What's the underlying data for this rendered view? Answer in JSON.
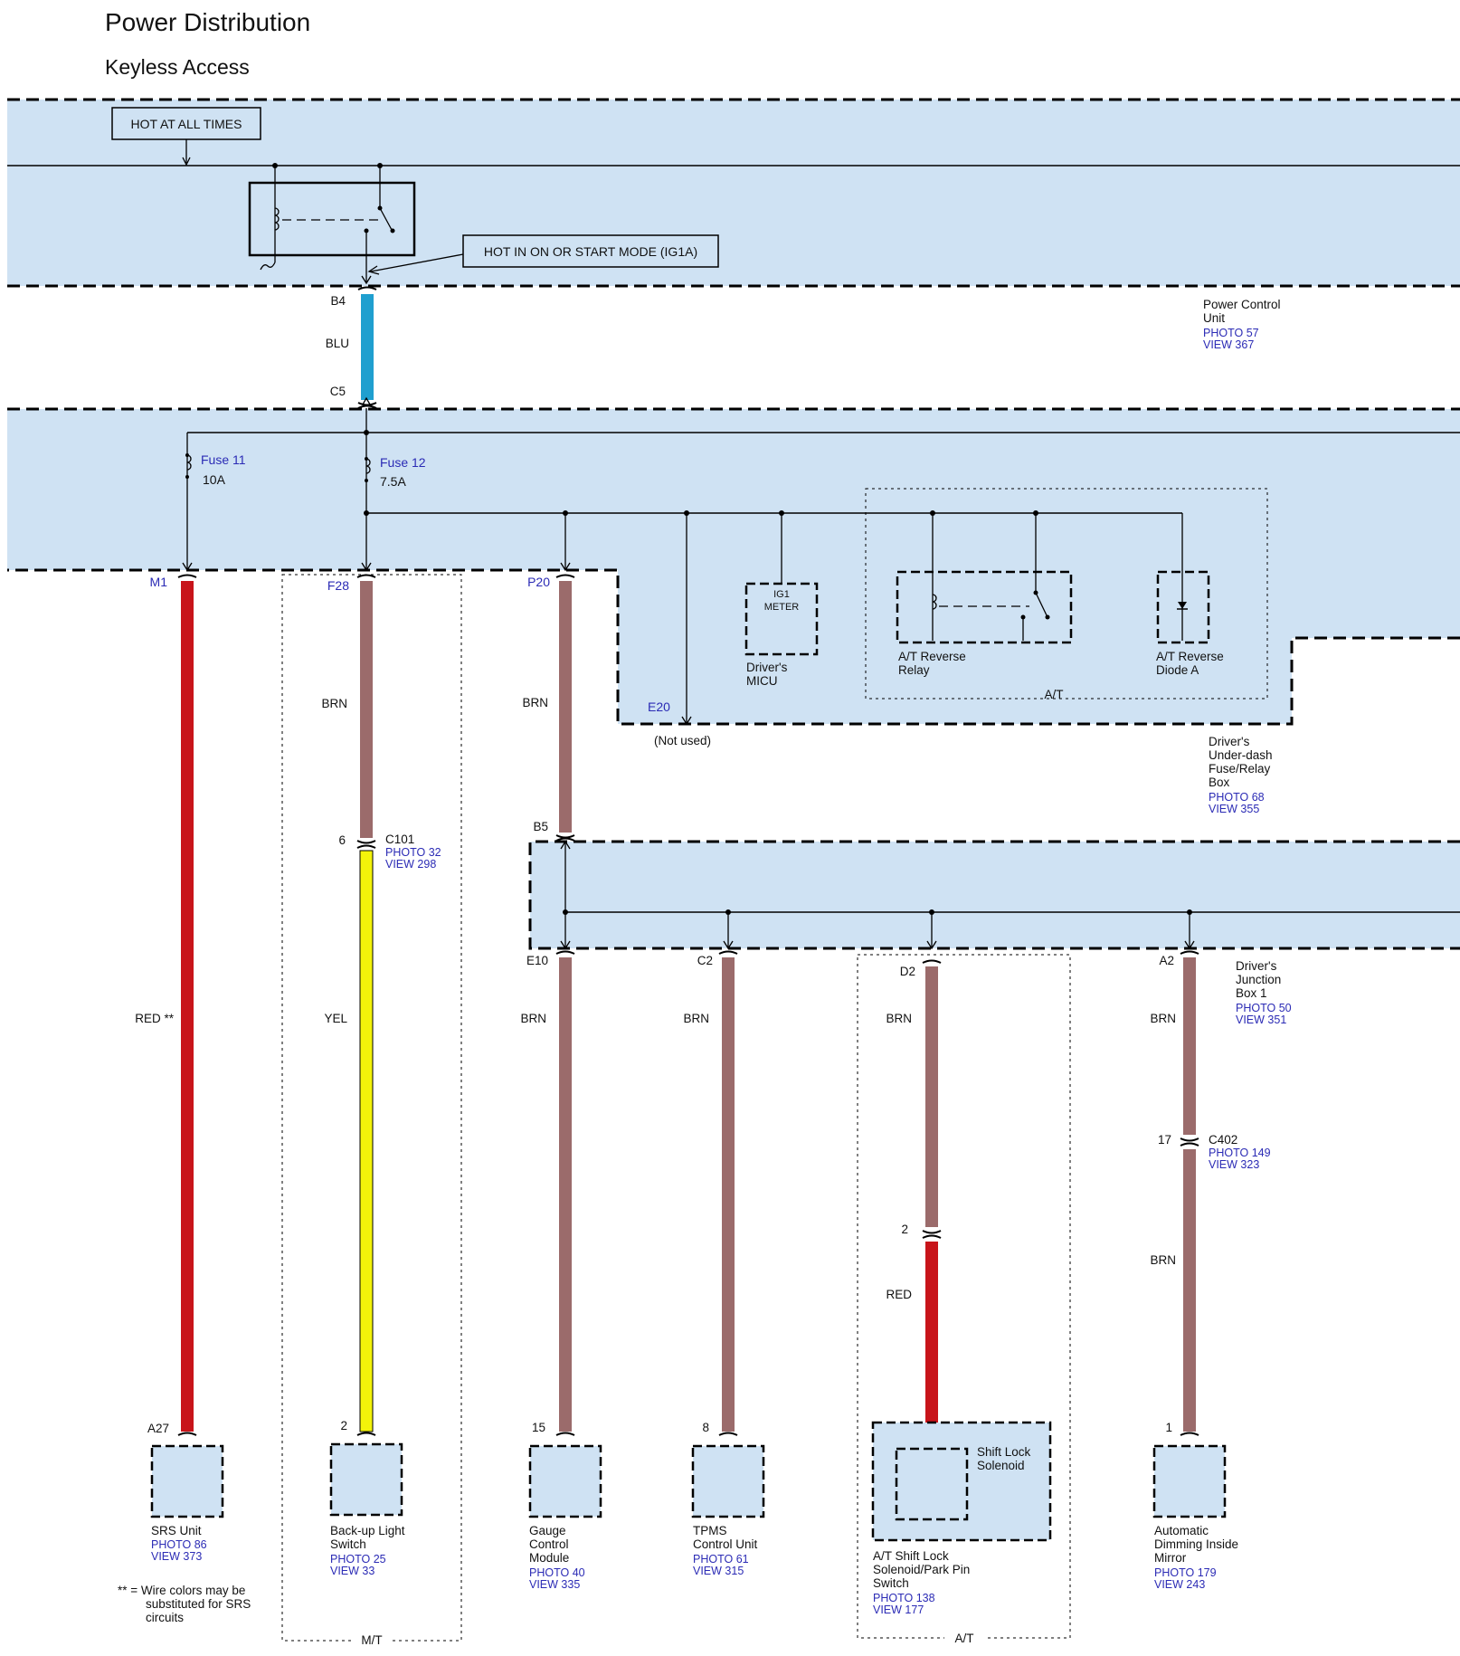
{
  "title": "Power Distribution",
  "subtitle": "Keyless Access",
  "labels": {
    "hot_at_all_times": "HOT AT ALL TIMES",
    "hot_in_on": "HOT IN ON OR START MODE (IG1A)",
    "not_used": "(Not used)",
    "fuse11_name": "Fuse 11",
    "fuse11_rating": "10A",
    "fuse12_name": "Fuse 12",
    "fuse12_rating": "7.5A",
    "ig1": "IG1",
    "meter": "METER",
    "at_group": "A/T",
    "mt_group": "M/T",
    "at_group_bottom": "A/T",
    "srs_note": [
      "** = Wire colors may be",
      "substituted for SRS",
      "circuits"
    ]
  },
  "units": {
    "power_control_unit": {
      "name": [
        "Power Control",
        "Unit"
      ],
      "photo": "PHOTO 57",
      "view": "VIEW 367"
    },
    "under_dash_box": {
      "name": [
        "Driver's",
        "Under-dash",
        "Fuse/Relay",
        "Box"
      ],
      "photo": "PHOTO 68",
      "view": "VIEW 355"
    },
    "junction_box": {
      "name": [
        "Driver's",
        "Junction",
        "Box 1"
      ],
      "photo": "PHOTO 50",
      "view": "VIEW 351"
    },
    "micu": {
      "name": [
        "Driver's",
        "MICU"
      ]
    },
    "reverse_relay": {
      "name": [
        "A/T Reverse",
        "Relay"
      ]
    },
    "reverse_diode": {
      "name": [
        "A/T Reverse",
        "Diode A"
      ]
    }
  },
  "connectors": {
    "B4": "B4",
    "C5": "C5",
    "M1": "M1",
    "F28": "F28",
    "P20": "P20",
    "E20": "E20",
    "B5": "B5",
    "E10": "E10",
    "C2": "C2",
    "D2": "D2",
    "A2": "A2",
    "A27": "A27",
    "pin2_backup": "2",
    "pin15": "15",
    "pin8": "8",
    "pin2_shift": "2",
    "pin1": "1",
    "pin6": "6",
    "pin17": "17",
    "C101": {
      "name": "C101",
      "photo": "PHOTO 32",
      "view": "VIEW 298"
    },
    "C402": {
      "name": "C402",
      "photo": "PHOTO 149",
      "view": "VIEW 323"
    }
  },
  "wires": {
    "blu": "BLU",
    "red_srs": "RED **",
    "brn_f28": "BRN",
    "yel": "YEL",
    "brn_p20": "BRN",
    "brn_e10": "BRN",
    "brn_c2": "BRN",
    "brn_d2": "BRN",
    "red_shift": "RED",
    "brn_a2": "BRN",
    "brn_a2_lower": "BRN"
  },
  "colors": {
    "panel": "#cfe2f3",
    "red_wire": "#c8141a",
    "brown_wire": "#9b6b6b",
    "yellow_wire": "#f3f30a",
    "blue_wire": "#1f9fcf",
    "ref_text": "#2b2bb5"
  },
  "components": {
    "srs_unit": {
      "name": [
        "SRS Unit"
      ],
      "photo": "PHOTO 86",
      "view": "VIEW 373"
    },
    "backup_switch": {
      "name": [
        "Back-up Light",
        "Switch"
      ],
      "photo": "PHOTO 25",
      "view": "VIEW 33"
    },
    "gauge_module": {
      "name": [
        "Gauge",
        "Control",
        "Module"
      ],
      "photo": "PHOTO 40",
      "view": "VIEW 335"
    },
    "tpms_unit": {
      "name": [
        "TPMS",
        "Control Unit"
      ],
      "photo": "PHOTO 61",
      "view": "VIEW 315"
    },
    "shift_lock": {
      "name": [
        "A/T Shift Lock",
        "Solenoid/Park Pin",
        "Switch"
      ],
      "photo": "PHOTO 138",
      "view": "VIEW 177",
      "inner": [
        "Shift Lock",
        "Solenoid"
      ]
    },
    "dimming_mirror": {
      "name": [
        "Automatic",
        "Dimming Inside",
        "Mirror"
      ],
      "photo": "PHOTO 179",
      "view": "VIEW 243"
    }
  }
}
